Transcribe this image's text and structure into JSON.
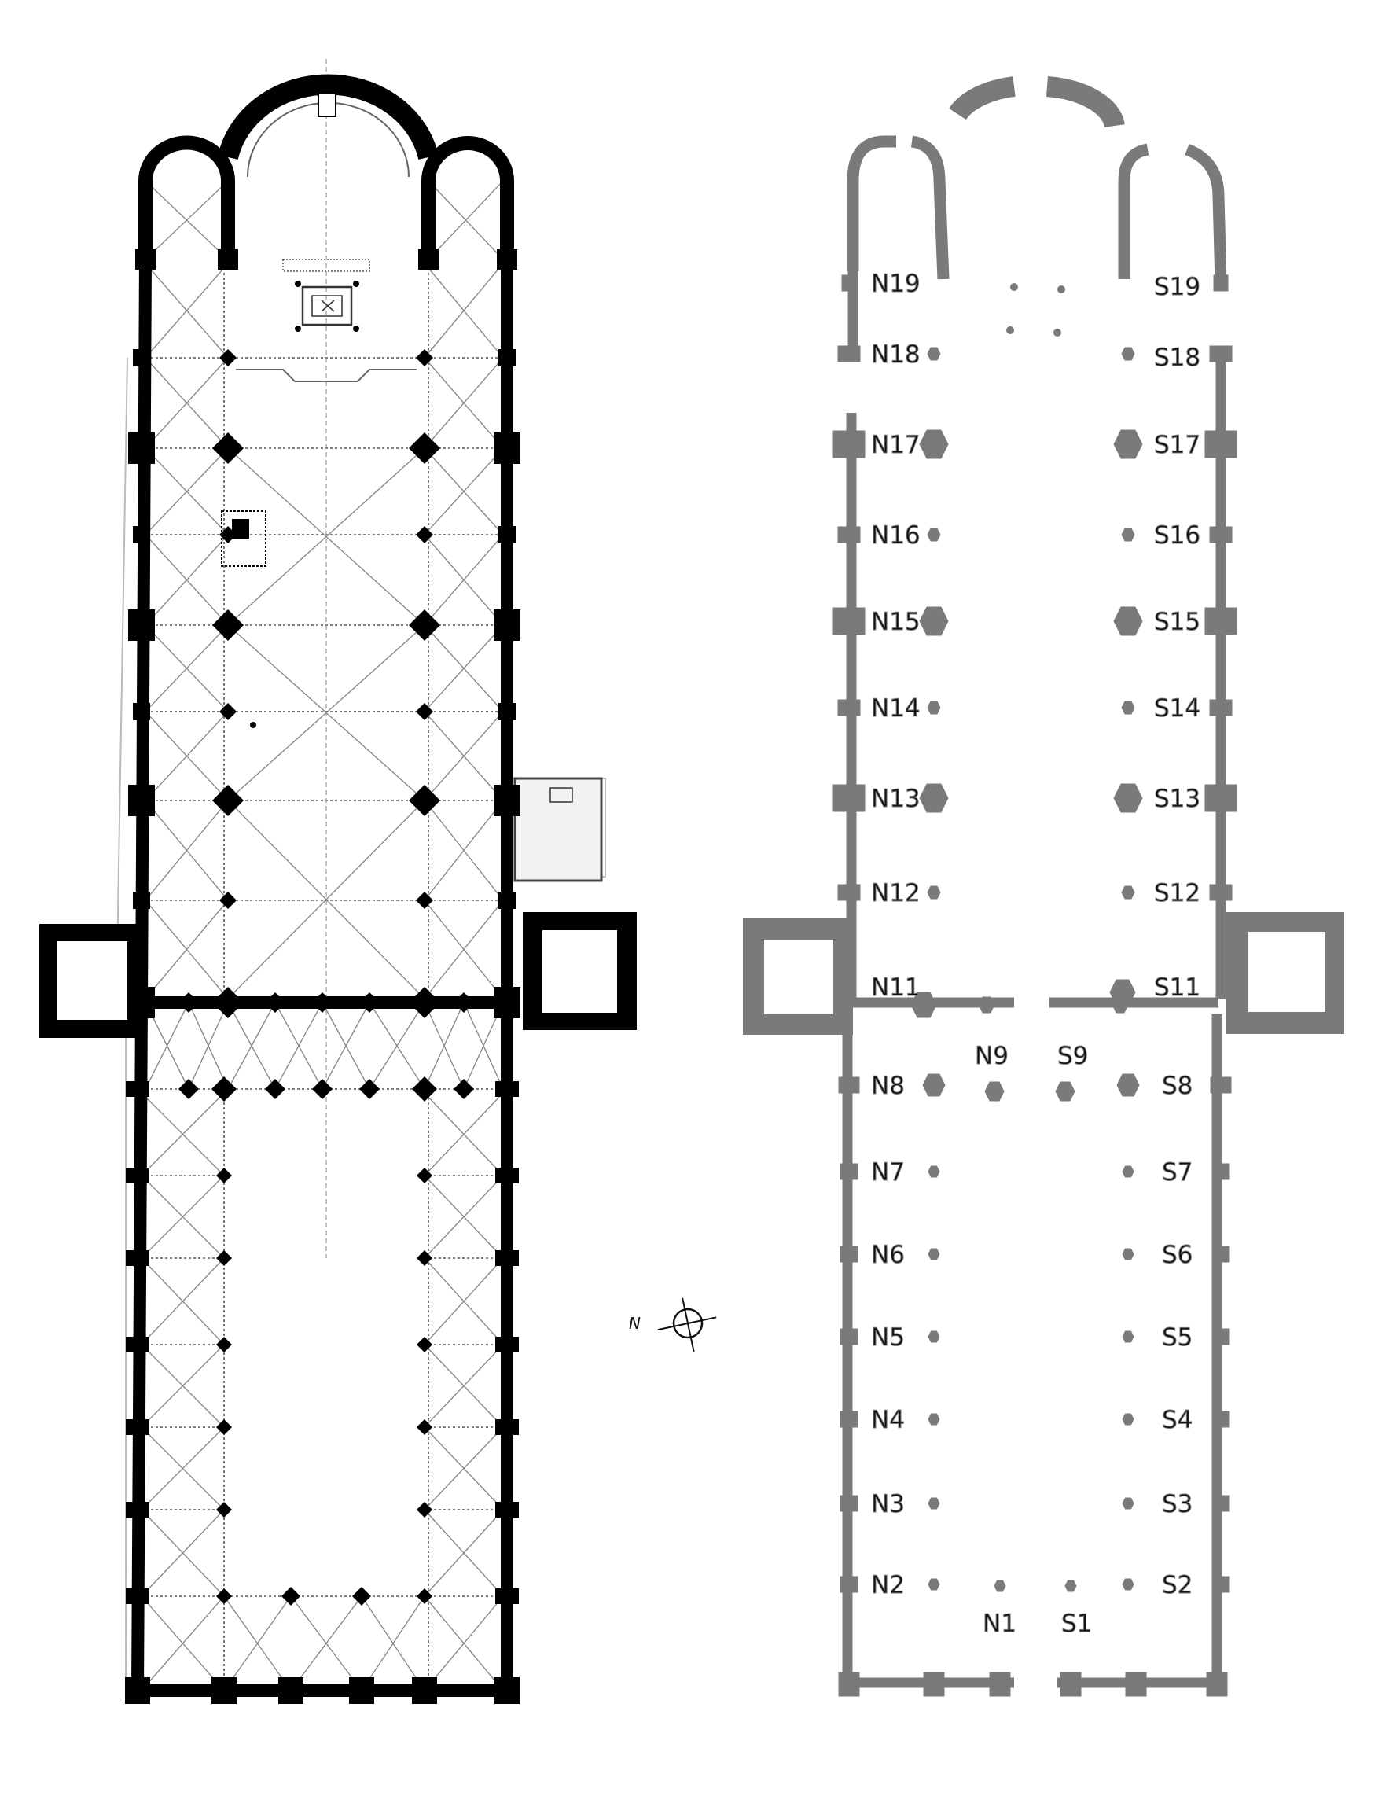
{
  "left_plan": {
    "description_name": "measured-floor-plan"
  },
  "north_arrow": {
    "label": "N"
  },
  "right_plan": {
    "colors": {
      "wall": "#7a7a7a",
      "label": "#111111"
    },
    "north_labels": [
      "N19",
      "N18",
      "N17",
      "N16",
      "N15",
      "N14",
      "N13",
      "N12",
      "N11",
      "N9",
      "N8",
      "N7",
      "N6",
      "N5",
      "N4",
      "N3",
      "N2",
      "N1"
    ],
    "south_labels": [
      "S19",
      "S18",
      "S17",
      "S16",
      "S15",
      "S14",
      "S13",
      "S12",
      "S11",
      "S9",
      "S8",
      "S7",
      "S6",
      "S5",
      "S4",
      "S3",
      "S2",
      "S1"
    ]
  }
}
